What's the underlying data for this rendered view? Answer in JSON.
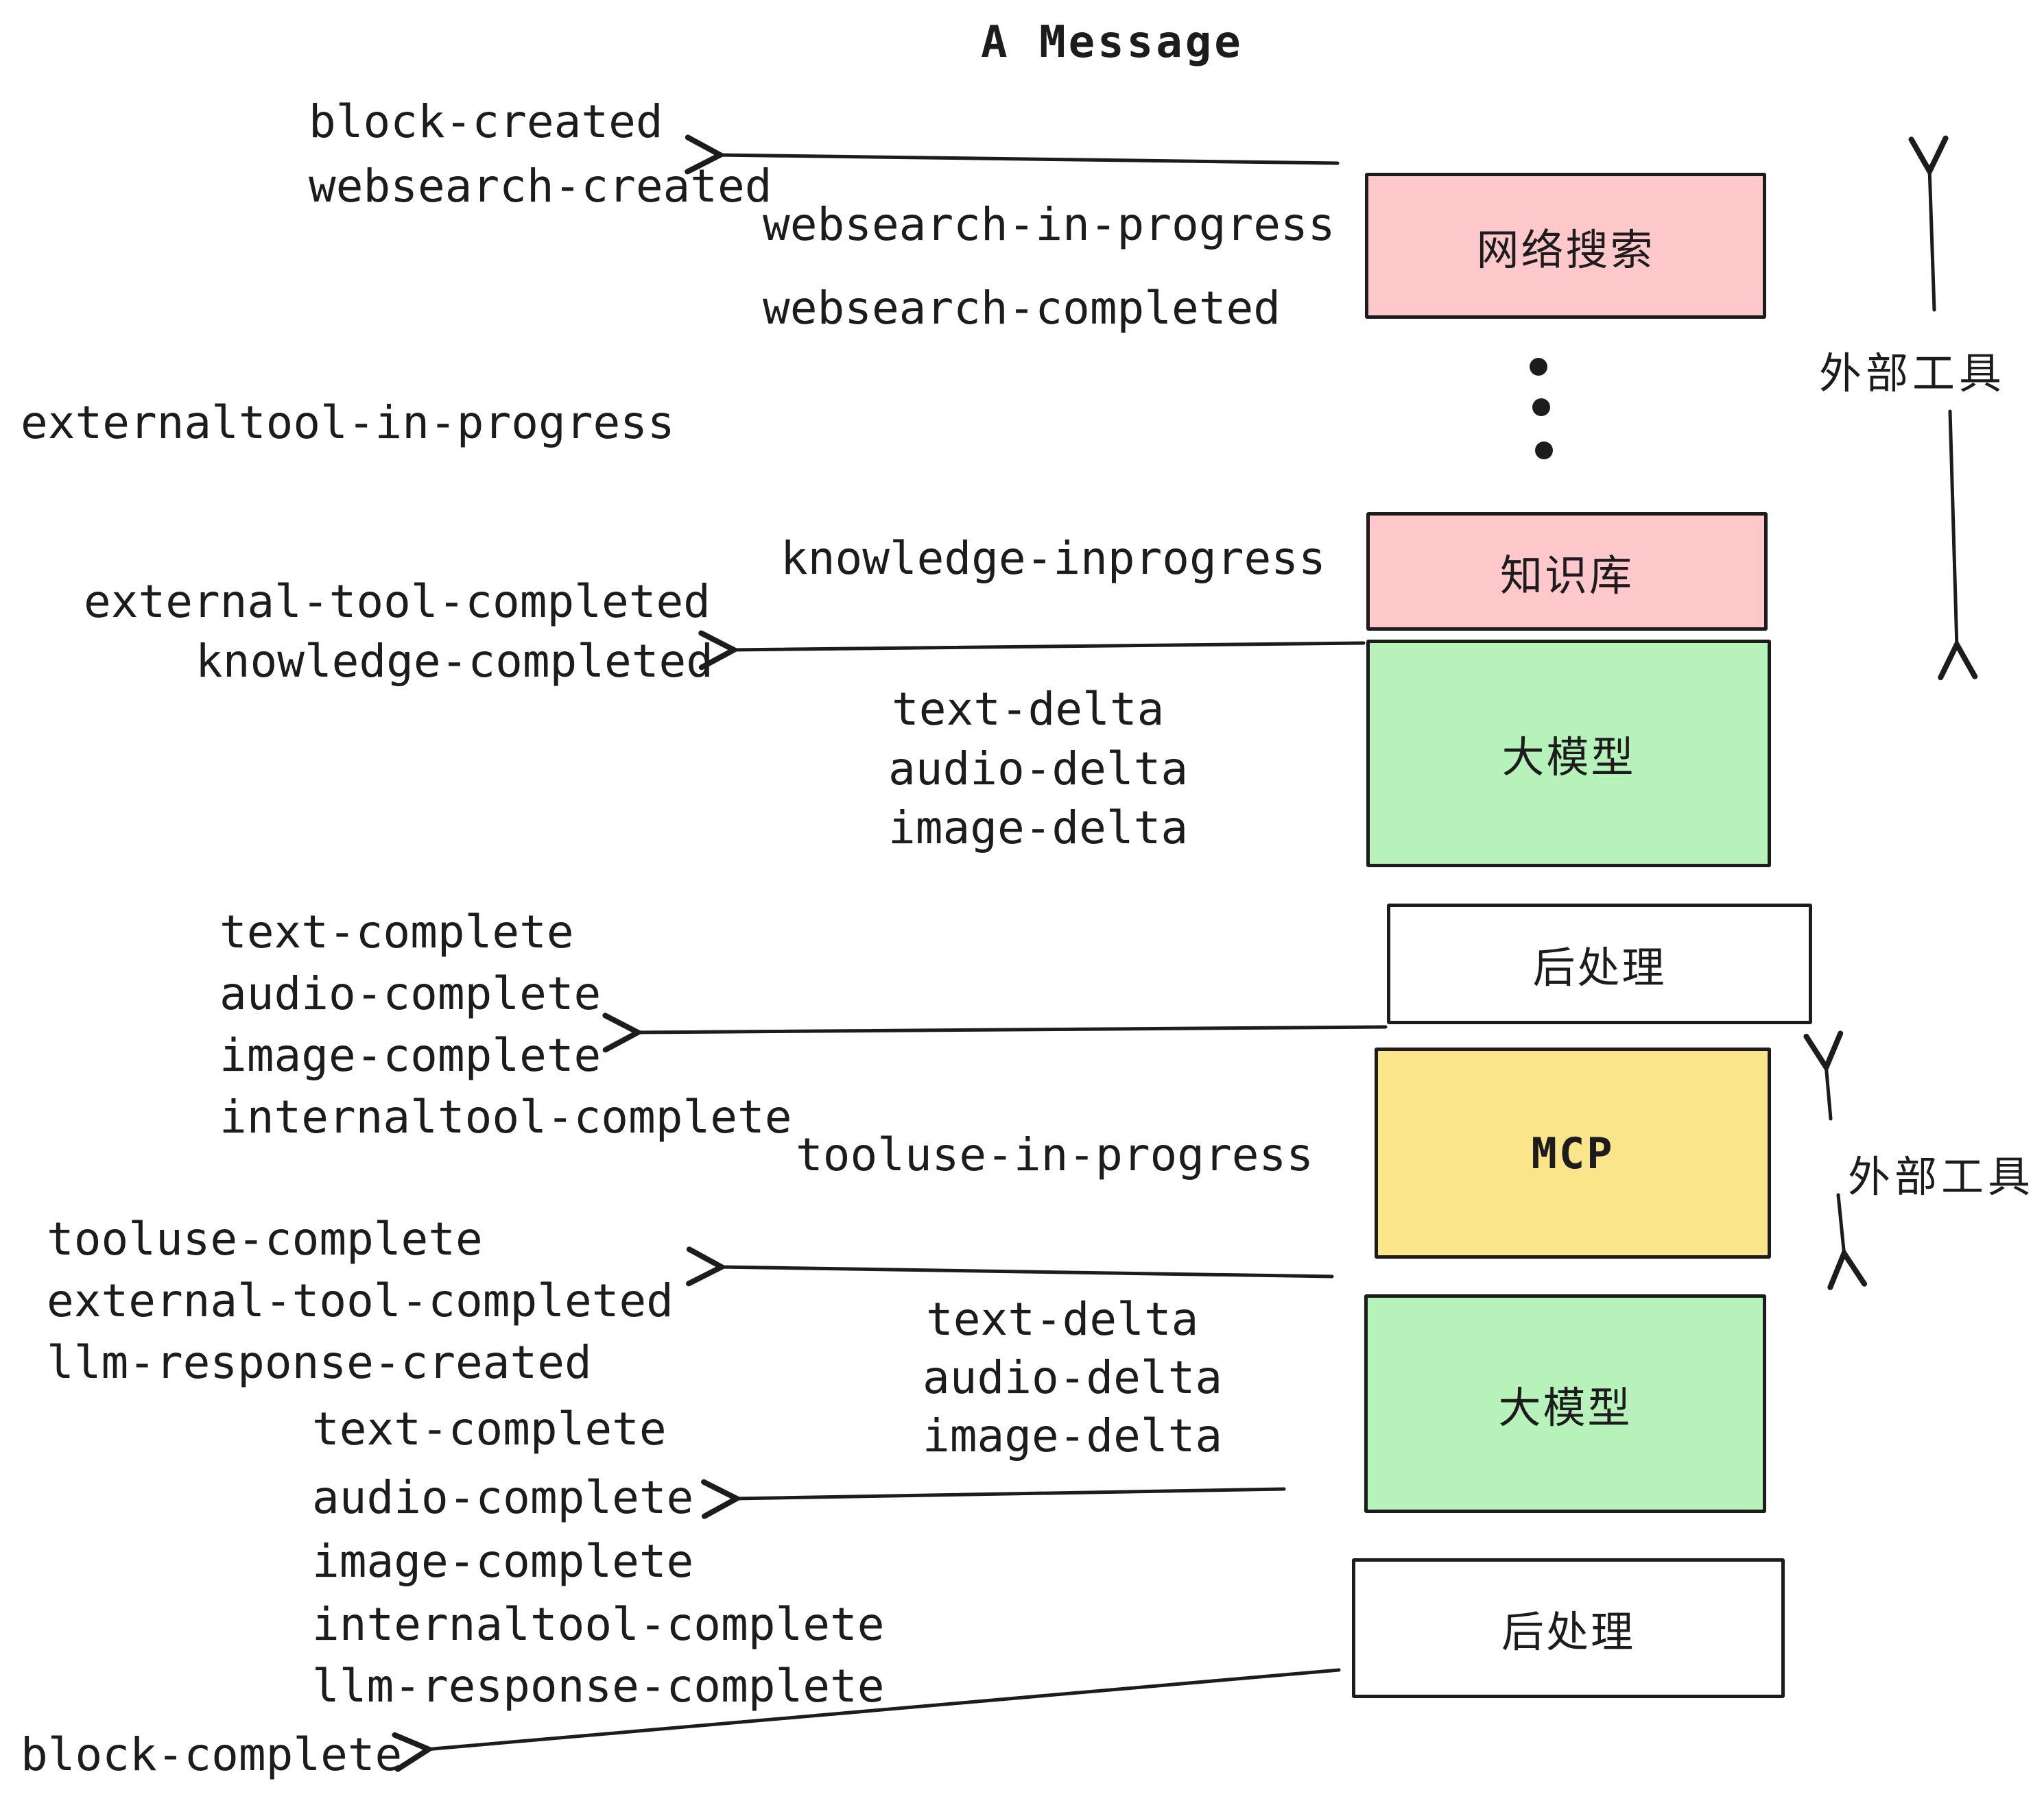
{
  "title": "A Message",
  "colors": {
    "pink": "#ffc9cb",
    "green": "#b7f2bb",
    "yellow": "#fbe58a",
    "white": "#ffffff",
    "line": "#1c1c1c",
    "background": "#ffffff"
  },
  "flow_boxes": [
    {
      "id": "websearch",
      "label": "网络搜索",
      "color": "#ffc9cb"
    },
    {
      "id": "knowledge",
      "label": "知识库",
      "color": "#ffc9cb"
    },
    {
      "id": "llm-1",
      "label": "大模型",
      "color": "#b7f2bb"
    },
    {
      "id": "post-1",
      "label": "后处理",
      "color": "#ffffff"
    },
    {
      "id": "mcp",
      "label": "MCP",
      "color": "#fbe58a"
    },
    {
      "id": "llm-2",
      "label": "大模型",
      "color": "#b7f2bb"
    },
    {
      "id": "post-2",
      "label": "后处理",
      "color": "#ffffff"
    }
  ],
  "side_annotations": {
    "external_tools_top": "外部工具",
    "external_tools_mcp": "外部工具"
  },
  "events": {
    "block_created": "block-created",
    "websearch_created": "websearch-created",
    "websearch_in_progress": "websearch-in-progress",
    "websearch_completed": "websearch-completed",
    "externaltool_in_progress": "externaltool-in-progress",
    "knowledge_inprogress": "knowledge-inprogress",
    "external_tool_completed_1": "external-tool-completed",
    "knowledge_completed": "knowledge-completed",
    "text_delta_1": "text-delta",
    "audio_delta_1": "audio-delta",
    "image_delta_1": "image-delta",
    "text_complete_1": "text-complete",
    "audio_complete_1": "audio-complete",
    "image_complete_1": "image-complete",
    "internaltool_complete_1": "internaltool-complete",
    "tooluse_in_progress": "tooluse-in-progress",
    "tooluse_complete": "tooluse-complete",
    "external_tool_completed_2": "external-tool-completed",
    "llm_response_created": "llm-response-created",
    "text_delta_2": "text-delta",
    "audio_delta_2": "audio-delta",
    "image_delta_2": "image-delta",
    "text_complete_2": "text-complete",
    "audio_complete_2": "audio-complete",
    "image_complete_2": "image-complete",
    "internaltool_complete_2": "internaltool-complete",
    "llm_response_complete": "llm-response-complete",
    "block_complete": "block-complete"
  }
}
